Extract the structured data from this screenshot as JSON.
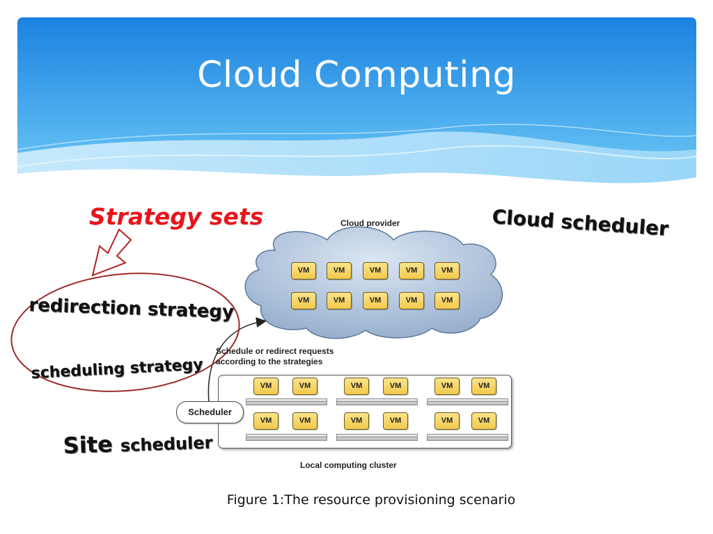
{
  "slide": {
    "title": "Cloud Computing",
    "caption": "Figure 1:The resource provisioning scenario"
  },
  "annotations": {
    "strategy_sets": "Strategy sets",
    "cloud_scheduler": "Cloud scheduler",
    "redirection_strategy": "redirection strategy",
    "scheduling_strategy": "scheduling strategy",
    "site_scheduler_big": "Site",
    "site_scheduler_small": "scheduler"
  },
  "diagram": {
    "cloud_provider_label": "Cloud provider",
    "schedule_label_line1": "Schedule or redirect requests",
    "schedule_label_line2": "according to the strategies",
    "scheduler_label": "Scheduler",
    "local_cluster_label": "Local computing cluster",
    "vm_label": "VM"
  },
  "colors": {
    "banner_top": "#1e88e5",
    "banner_bottom": "#7cc8f5",
    "strategy_text": "#e8141b",
    "ellipse": "#9b2a2a",
    "vm_fill": "#f6d266",
    "cloud_fill": "#a9c0dc"
  }
}
